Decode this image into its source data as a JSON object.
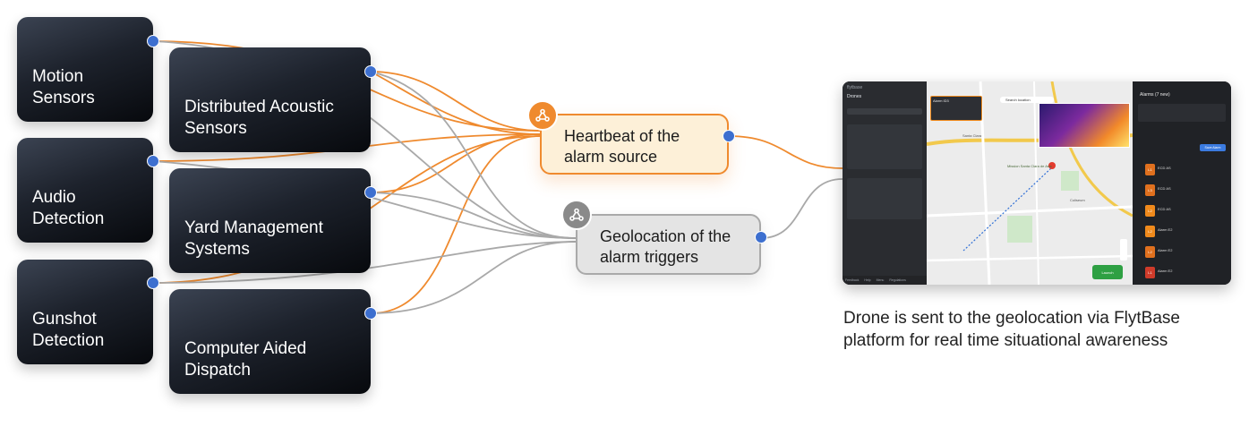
{
  "sources": [
    {
      "id": "motion",
      "line1": "Motion",
      "line2": "Sensors"
    },
    {
      "id": "acoustic",
      "line1": "Distributed Acoustic",
      "line2": "Sensors"
    },
    {
      "id": "audio",
      "line1": "Audio",
      "line2": "Detection"
    },
    {
      "id": "yard",
      "line1": "Yard Management",
      "line2": "Systems"
    },
    {
      "id": "gunshot",
      "line1": "Gunshot",
      "line2": "Detection"
    },
    {
      "id": "cad",
      "line1": "Computer Aided",
      "line2": "Dispatch"
    }
  ],
  "nodes": {
    "heartbeat": {
      "line1": "Heartbeat of the",
      "line2": "alarm source",
      "accent": "#ef8a2e",
      "fill": "#fdf0d8"
    },
    "geolocation": {
      "line1": "Geolocation of the",
      "line2": "alarm triggers",
      "accent": "#8a8a8a",
      "fill": "#e4e4e4"
    }
  },
  "colors": {
    "orange_link": "#ef8a2e",
    "gray_link": "#a9a9a9",
    "port": "#3d6fcf"
  },
  "caption": {
    "line1": "Drone is sent to the geolocation via FlytBase",
    "line2": "platform for real time situational awareness"
  },
  "screenshot": {
    "brand": "flytbase",
    "left_title": "Drones",
    "alarm_popup_id": "Alarm ID3",
    "search_label": "Search location",
    "map_labels": [
      "Santa Clara",
      "Mission Santa Clara de Asis",
      "Coliseum"
    ],
    "launch_label": "Launch",
    "alarms_title": "Alarms (7 new)",
    "save_label": "Save Alarm",
    "alarm_items": [
      {
        "code": "L1",
        "name": "ECD AS",
        "color": "#e0701e"
      },
      {
        "code": "L3",
        "name": "ECD AS",
        "color": "#e0701e"
      },
      {
        "code": "L2",
        "name": "ECD AS",
        "color": "#e0701e"
      },
      {
        "code": "L2",
        "name": "Alarm E2",
        "color": "#f08a1c"
      },
      {
        "code": "L2",
        "name": "Alarm E2",
        "color": "#e0701e"
      },
      {
        "code": "L1",
        "name": "Alarm E2",
        "color": "#cf3b2a"
      }
    ],
    "bottom_tabs": [
      "Feedback",
      "Help",
      "Menu",
      "Regulations"
    ]
  }
}
